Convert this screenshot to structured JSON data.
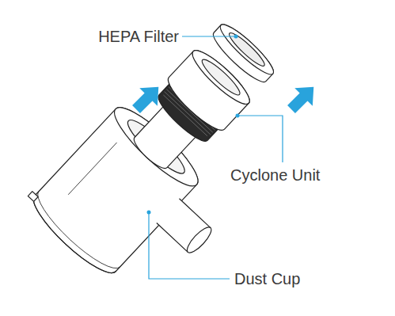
{
  "diagram": {
    "labels": [
      "HEPA Filter",
      "Cyclone Unit",
      "Dust Cup"
    ]
  }
}
